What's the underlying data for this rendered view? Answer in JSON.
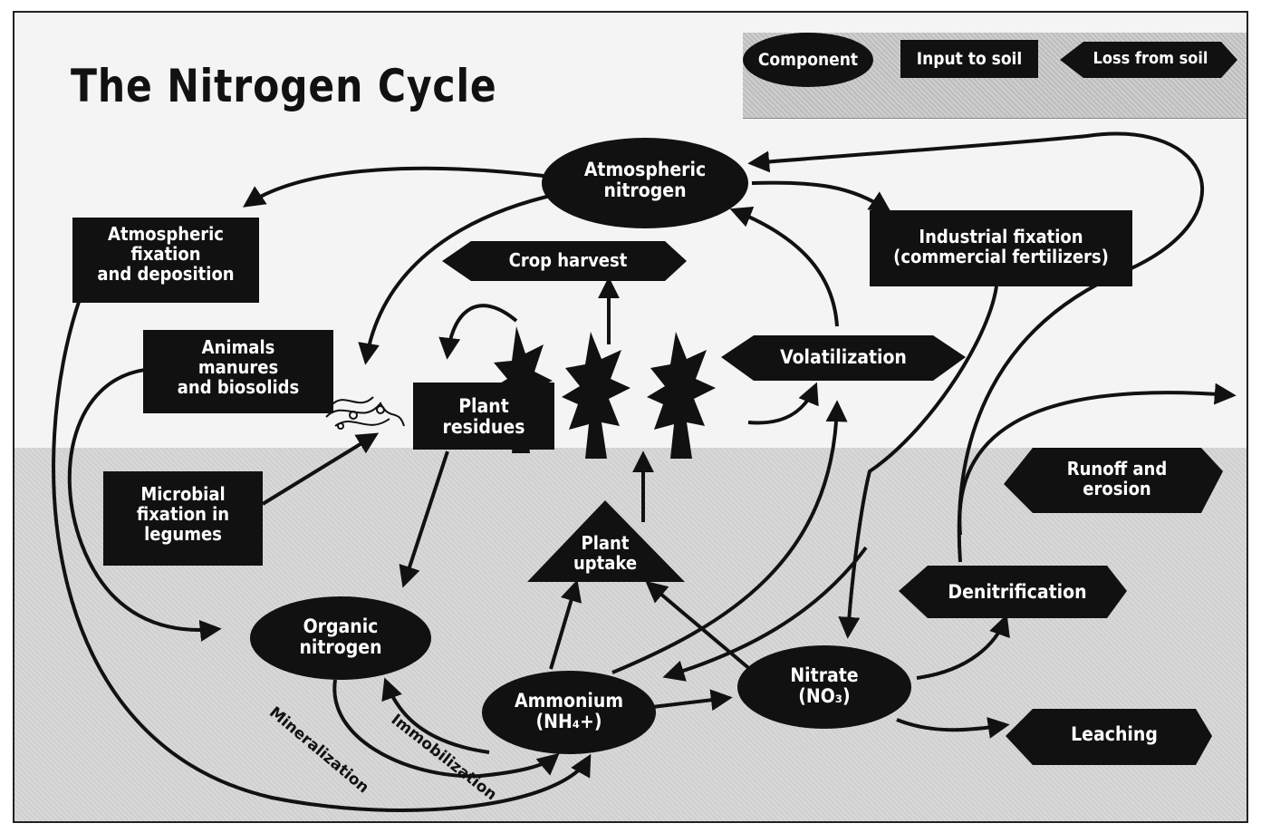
{
  "title": "The Nitrogen Cycle",
  "legend": {
    "component": "Component",
    "input": "Input to soil",
    "loss": "Loss from soil"
  },
  "components": {
    "atmospheric_nitrogen": "Atmospheric\nnitrogen",
    "organic_nitrogen": "Organic\nnitrogen",
    "ammonium": "Ammonium\n(NH₄+)",
    "nitrate": "Nitrate\n(NO₃)"
  },
  "inputs": {
    "atmospheric_fixation": "Atmospheric\nfixation\nand deposition",
    "animals_manures": "Animals\nmanures\nand biosolids",
    "microbial_fixation": "Microbial\nfixation in\nlegumes",
    "plant_residues": "Plant\nresidues",
    "industrial_fixation": "Industrial fixation\n(commercial fertilizers)"
  },
  "losses": {
    "crop_harvest": "Crop harvest",
    "volatilization": "Volatilization",
    "runoff_erosion": "Runoff and\nerosion",
    "denitrification": "Denitrification",
    "leaching": "Leaching"
  },
  "process": {
    "plant_uptake": "Plant\nuptake",
    "immobilization": "Immobilization",
    "mineralization": "Mineralization"
  },
  "colors": {
    "dark": "#111111",
    "soil": "#d5d5d5",
    "legend_bg": "#c4c4c4"
  }
}
